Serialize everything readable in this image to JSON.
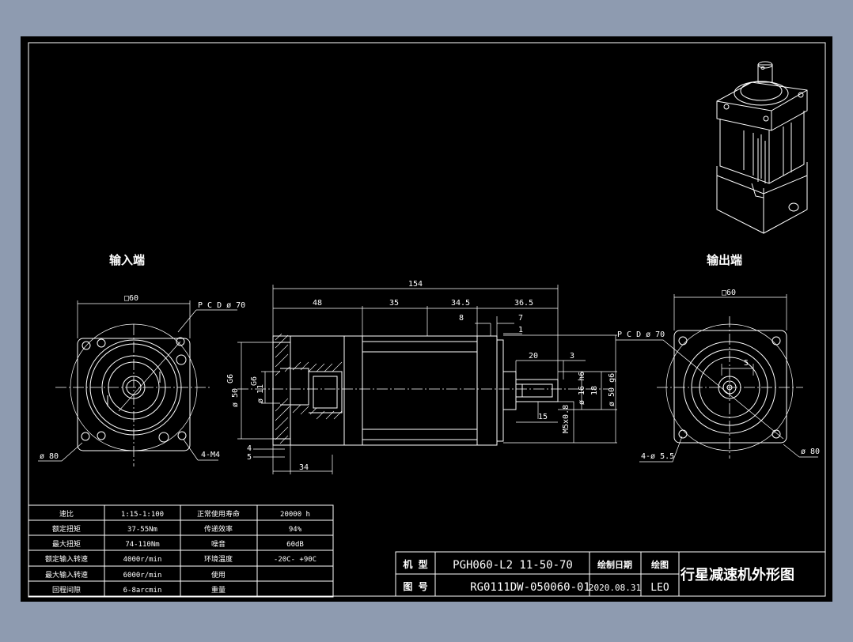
{
  "colors": {
    "background": "#8e9bb0",
    "sheet": "#000000",
    "ink": "#ffffff"
  },
  "views": {
    "input_end_title": "输入端",
    "output_end_title": "输出端"
  },
  "input_view": {
    "square": "□60",
    "pcd": "P C D ø 70",
    "dia_outer": "ø 80",
    "bolts": "4-M4"
  },
  "side_view": {
    "total_length": "154",
    "seg_48": "48",
    "seg_35": "35",
    "seg_34_5": "34.5",
    "seg_36_5": "36.5",
    "dim_8": "8",
    "dim_7": "7",
    "dim_1": "1",
    "dim_20": "20",
    "dim_3": "3",
    "dim_15": "15",
    "dim_4": "4",
    "dim_5": "5",
    "dim_34": "34",
    "left_dia_50": "ø 50",
    "left_g6": "G6",
    "bore_g6": "G6",
    "bore_dia_11": "ø 11",
    "shaft_dia_16": "ø 16 h6",
    "shaft_18": "18",
    "shaft_dia_50": "ø 50 g6",
    "thread": "M5x0.8"
  },
  "output_view": {
    "square": "□60",
    "pcd": "P C D ø 70",
    "dim_5": "5",
    "holes": "4-ø 5.5",
    "dia_outer": "ø 80"
  },
  "spec_table": {
    "rows": [
      {
        "label": "速比",
        "value": "1:15-1:100",
        "label2": "正常使用寿命",
        "value2": "20000  h"
      },
      {
        "label": "额定扭矩",
        "value": "37-55Nm",
        "label2": "传递效率",
        "value2": "94%"
      },
      {
        "label": "最大扭矩",
        "value": "74-110Nm",
        "label2": "噪音",
        "value2": "60dB"
      },
      {
        "label": "额定输入转速",
        "value": "4000r/min",
        "label2": "环境温度",
        "value2": "-20C- +90C"
      },
      {
        "label": "最大输入转速",
        "value": "6000r/min",
        "label2": "使用",
        "value2": ""
      },
      {
        "label": "回程间隙",
        "value": "6-8arcmin",
        "label2": "重量",
        "value2": ""
      }
    ]
  },
  "title_block": {
    "model_label": "机 型",
    "model_value": "PGH060-L2 11-50-70",
    "drawing_label": "图 号",
    "drawing_value": "RG0111DW-050060-01",
    "date_label": "绘制日期",
    "date_value": "2020.08.31",
    "drawer_label": "绘图",
    "drawer_value": "LEO",
    "title": "行星减速机外形图"
  }
}
